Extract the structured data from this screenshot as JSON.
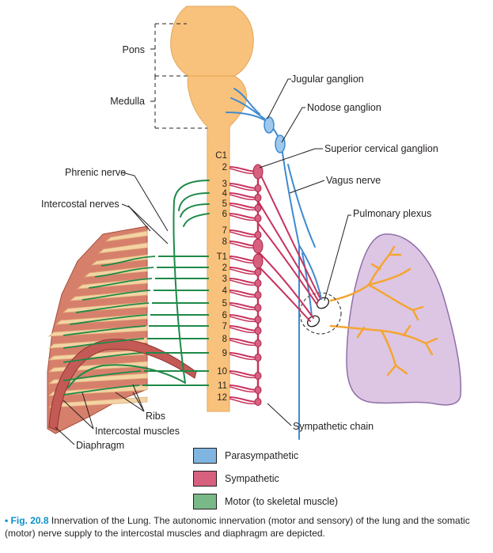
{
  "brain_labels": {
    "pons": "Pons",
    "medulla": "Medulla"
  },
  "callouts": {
    "jugular": "Jugular ganglion",
    "nodose": "Nodose ganglion",
    "superior_cervical": "Superior cervical ganglion",
    "vagus": "Vagus nerve",
    "pulmonary_plexus": "Pulmonary plexus",
    "phrenic": "Phrenic nerve",
    "intercostal_nerves": "Intercostal nerves",
    "ribs": "Ribs",
    "intercostal_muscles": "Intercostal muscles",
    "diaphragm": "Diaphragm",
    "sympathetic_chain": "Sympathetic chain"
  },
  "segments": [
    "C1",
    "2",
    "3",
    "4",
    "5",
    "6",
    "7",
    "8",
    "T1",
    "2",
    "3",
    "4",
    "5",
    "6",
    "7",
    "8",
    "9",
    "10",
    "11",
    "12"
  ],
  "legend": [
    {
      "label": "Parasympathetic",
      "color": "#7fb5e0"
    },
    {
      "label": "Sympathetic",
      "color": "#d8607f"
    },
    {
      "label": "Motor (to skeletal muscle)",
      "color": "#79b987"
    }
  ],
  "colors": {
    "spinal_cord": "#f9c27c",
    "parasympathetic_nerve": "#3f8ad0",
    "sympathetic_nerve": "#c8325d",
    "motor_nerve": "#1f8a48",
    "lung_fill": "#dcc6e4",
    "lung_outline": "#8f6fa8",
    "bronchi": "#f5a531",
    "ribs": "#f4d3a4",
    "intercostal_muscle": "#d6806c"
  },
  "caption": {
    "bullet": "•",
    "label": "Fig. 20.8",
    "title": "Innervation of the Lung.",
    "text": "The autonomic innervation (motor and sensory) of the lung and the somatic (motor) nerve supply to the intercostal muscles and diaphragm are depicted."
  }
}
